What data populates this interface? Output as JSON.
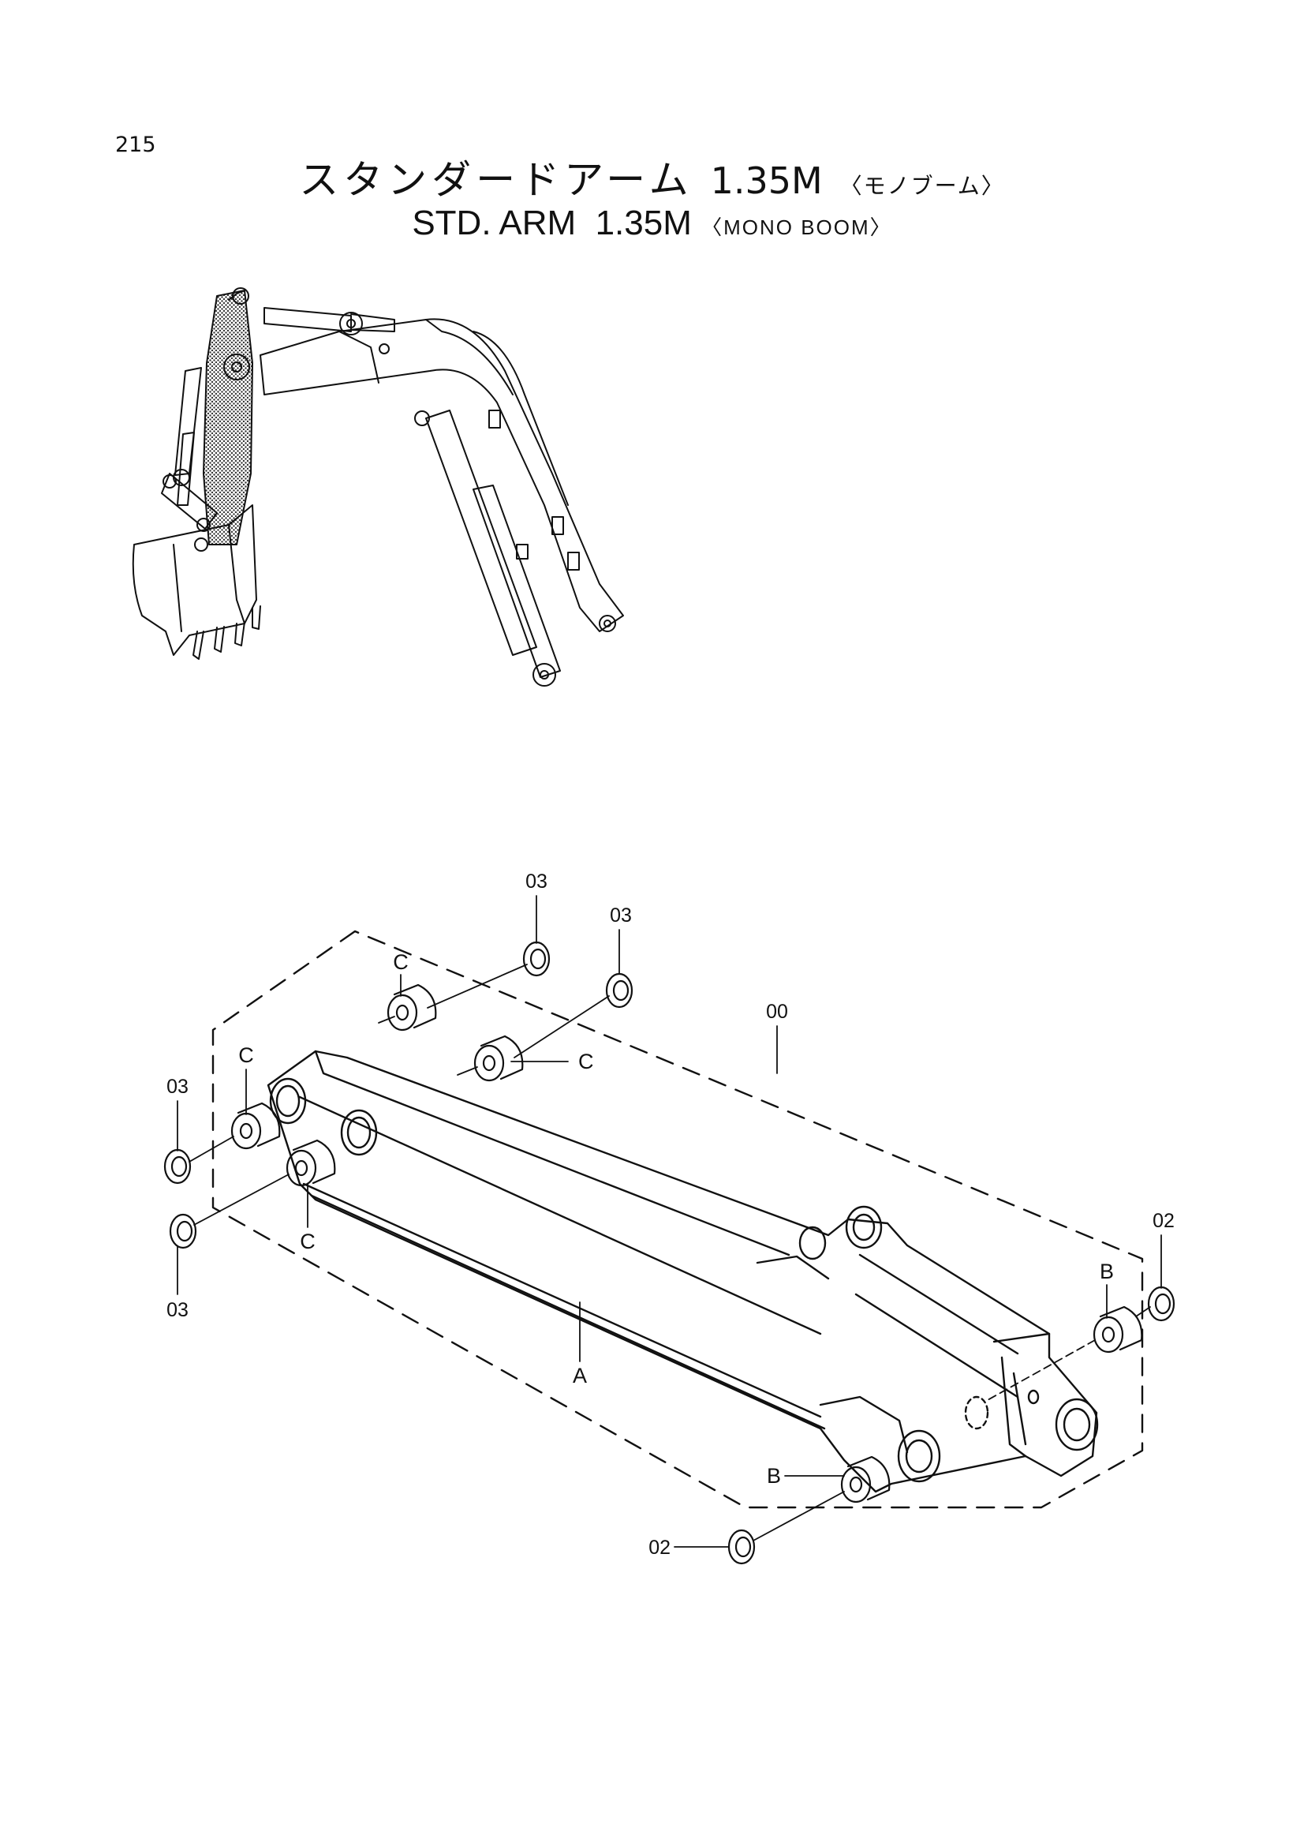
{
  "page": {
    "number": "215",
    "title_jp_main": "スタンダードアーム",
    "title_jp_size": "1.35M",
    "title_jp_variant": "〈モノブーム〉",
    "title_en_main": "STD. ARM",
    "title_en_size": "1.35M",
    "title_en_variant": "〈MONO BOOM〉"
  },
  "callouts": {
    "assembly": "00",
    "pin_washer_b": "02",
    "pin_washer_c": "03",
    "arm": "A",
    "bushing_b": "B",
    "bushing_c": "C"
  },
  "colors": {
    "ink": "#111111",
    "shade": "#555555",
    "paper": "#ffffff"
  }
}
